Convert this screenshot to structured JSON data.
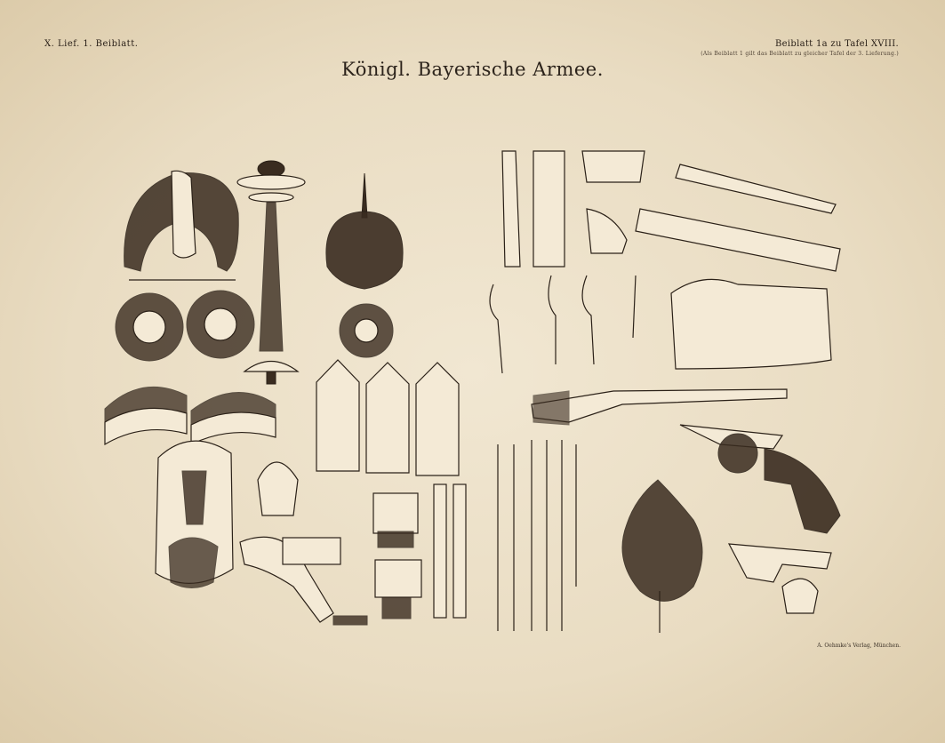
{
  "header": {
    "left": "X. Lief. 1. Beiblatt.",
    "right": "Beiblatt 1a zu Tafel XVIII.",
    "right_sub": "(Als Beiblatt 1 gilt das Beiblatt zu gleicher Tafel der 3. Lieferung.)"
  },
  "title": "Königl. Bayerische Armee.",
  "footer": "A. Oehmke's Verlag, München."
}
